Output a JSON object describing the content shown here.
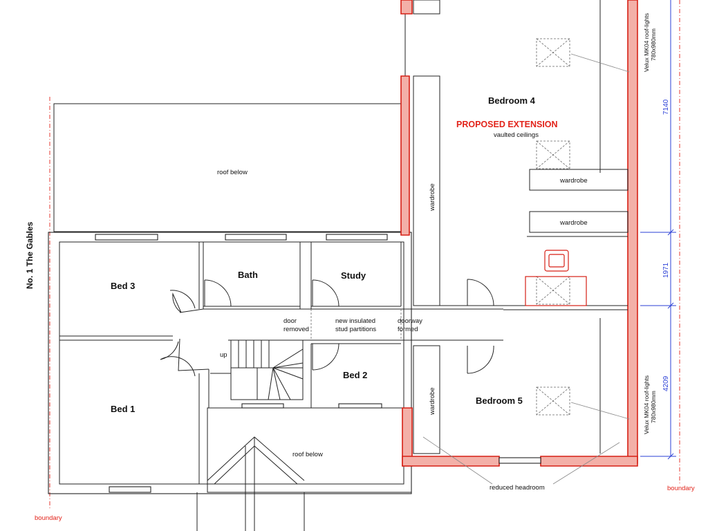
{
  "plan": {
    "neighbour": "No. 1 The Gables",
    "rooms": {
      "bedroom4": "Bedroom 4",
      "bedroom5": "Bedroom 5",
      "bed1": "Bed 1",
      "bed2": "Bed 2",
      "bed3": "Bed 3",
      "bath": "Bath",
      "study": "Study"
    },
    "proposed": "PROPOSED EXTENSION",
    "vaulted": "vaulted ceilings",
    "roof_below_top": "roof below",
    "roof_below_bottom": "roof below",
    "wardrobe_a": "wardrobe",
    "wardrobe_b": "wardrobe",
    "wardrobe_v1": "wardrobe",
    "wardrobe_v2": "wardrobe",
    "door_removed_1": "door",
    "door_removed_2": "removed",
    "partitions_1": "new insulated",
    "partitions_2": "stud partitions",
    "doorway_1": "doorway",
    "doorway_2": "formed",
    "up": "up",
    "reduced_headroom": "reduced headroom",
    "velux_top_1": "Velux MK04 roof-lights",
    "velux_top_2": "780x980mm",
    "velux_bot_1": "Velux MK04 roof-lights",
    "velux_bot_2": "780x980mm",
    "boundary_left": "boundary",
    "boundary_right": "boundary",
    "dims": {
      "d7140": "7140",
      "d1971": "1971",
      "d4209": "4209"
    }
  },
  "colors": {
    "new_work": "#e2231a",
    "dimension": "#2a3fd6"
  }
}
